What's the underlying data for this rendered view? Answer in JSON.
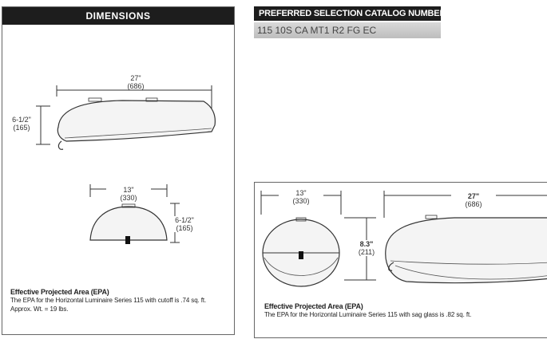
{
  "dimensions_panel": {
    "header": "DIMENSIONS",
    "side_view": {
      "width_in": "27\"",
      "width_mm": "(686)",
      "height_in": "6-1/2\"",
      "height_mm": "(165)"
    },
    "front_view": {
      "width_in": "13\"",
      "width_mm": "(330)",
      "height_in": "6-1/2\"",
      "height_mm": "(165)"
    },
    "epa_title": "Effective Projected Area (EPA)",
    "epa_text": "The EPA for the Horizontal Luminaire Series 115 with cutoff is .74 sq. ft.",
    "weight_text": "Approx. Wt. = 19 lbs."
  },
  "catalog": {
    "header": "PREFERRED SELECTION CATALOG NUMBERS",
    "number": "115 10S CA MT1 R2 FG EC"
  },
  "sag_panel": {
    "front_view": {
      "width_in": "13\"",
      "width_mm": "(330)"
    },
    "height": {
      "in": "8.3\"",
      "mm": "(211)"
    },
    "side_view": {
      "width_in": "27\"",
      "width_mm": "(686)"
    },
    "epa_title": "Effective Projected Area (EPA)",
    "epa_text": "The EPA for the Horizontal Luminaire Series 115 with sag glass is .82 sq. ft."
  }
}
